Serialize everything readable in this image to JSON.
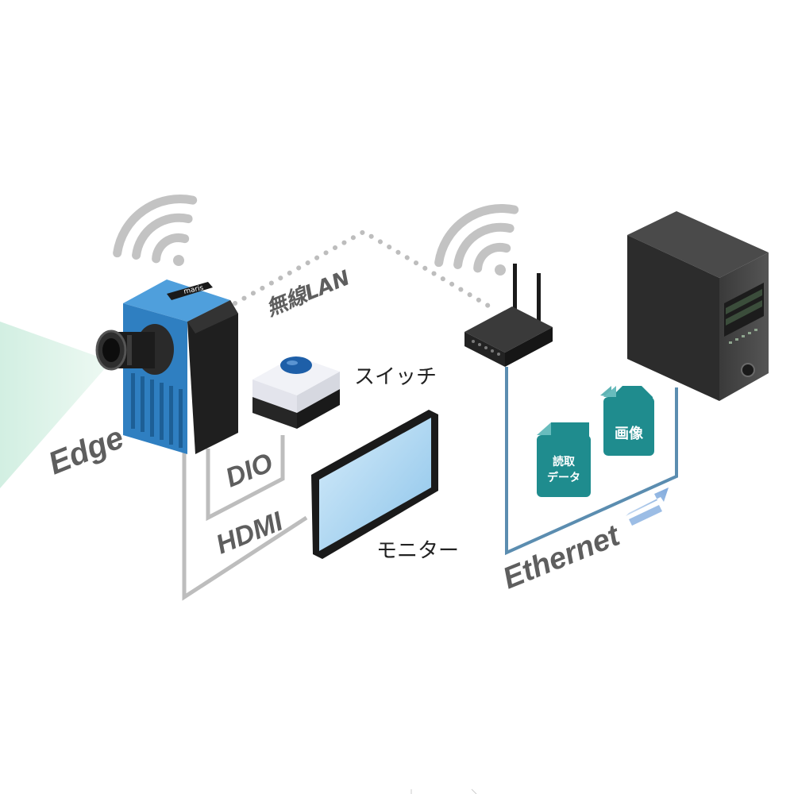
{
  "labels": {
    "edge": "Edge",
    "wireless_lan": "無線LAN",
    "switch": "スイッチ",
    "dio": "DIO",
    "hdmi": "HDMI",
    "monitor": "モニター",
    "ethernet": "Ethernet",
    "camera_brand": "maris",
    "doc_image": "画像",
    "doc_read_line1": "読取",
    "doc_read_line2": "データ"
  },
  "colors": {
    "camera_blue": "#2f7fc1",
    "cable_gray": "#bdbdbd",
    "ethernet_line": "#5b8db0",
    "doc_teal": "#1f8c8e",
    "arrow_blue": "#8ab4e0",
    "label_gray": "#5e5e5e",
    "switch_button": "#1e5fa8",
    "monitor_screen": "#a9d4f0"
  },
  "icons": [
    "wifi-icon",
    "router-icon",
    "server-icon",
    "document-icon",
    "arrow-icon"
  ]
}
